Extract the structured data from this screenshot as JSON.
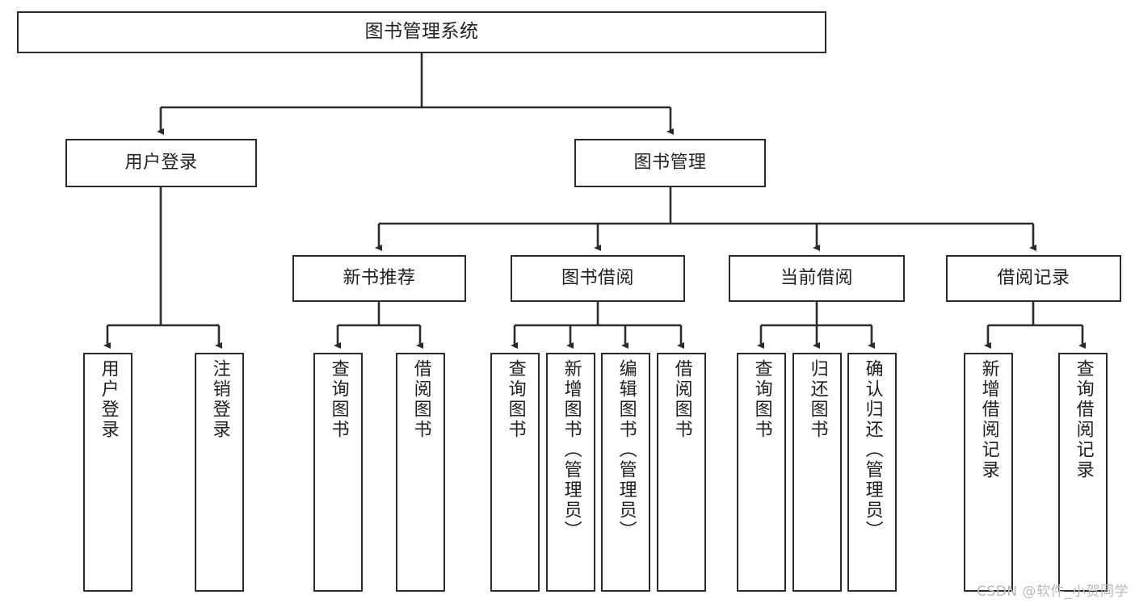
{
  "diagram": {
    "title": "图书管理系统",
    "watermark": "CSDN @软件_小贺同学",
    "colors": {
      "box_border": "#2b2b2b",
      "box_fill": "#ffffff",
      "edge": "#2b2b2b",
      "text": "#1f1f1f",
      "watermark": "#b9b9b9",
      "background": "#ffffff"
    },
    "nodes": {
      "root": {
        "label": "图书管理系统"
      },
      "level2": [
        {
          "label": "用户登录"
        },
        {
          "label": "图书管理"
        }
      ],
      "level3": [
        {
          "label": "新书推荐"
        },
        {
          "label": "图书借阅"
        },
        {
          "label": "当前借阅"
        },
        {
          "label": "借阅记录"
        }
      ],
      "leaves": {
        "user_login": [
          {
            "label": "用户登录"
          },
          {
            "label": "注销登录"
          }
        ],
        "new_book_recommend": [
          {
            "label": "查询图书"
          },
          {
            "label": "借阅图书"
          }
        ],
        "book_borrow": [
          {
            "label": "查询图书"
          },
          {
            "label": "新增图书（管理员）"
          },
          {
            "label": "编辑图书（管理员）"
          },
          {
            "label": "借阅图书"
          }
        ],
        "current_borrow": [
          {
            "label": "查询图书"
          },
          {
            "label": "归还图书"
          },
          {
            "label": "确认归还（管理员）"
          }
        ],
        "borrow_record": [
          {
            "label": "新增借阅记录"
          },
          {
            "label": "查询借阅记录"
          }
        ]
      }
    }
  }
}
